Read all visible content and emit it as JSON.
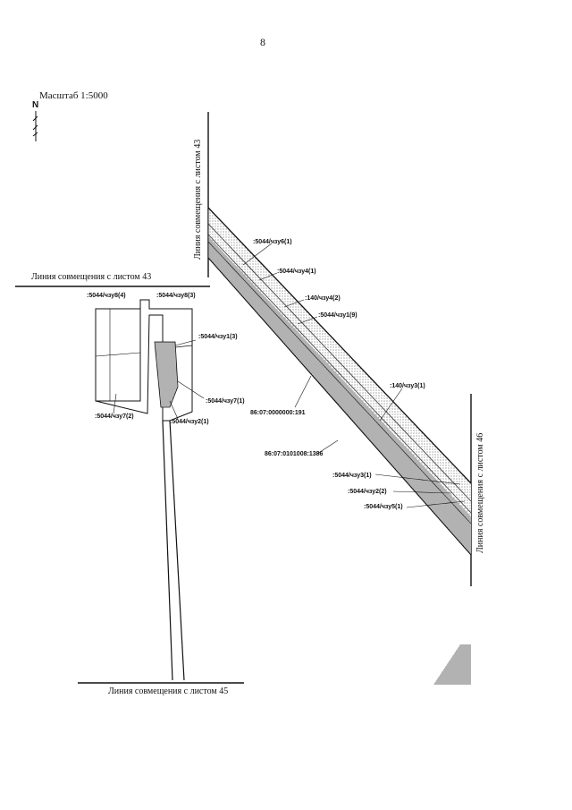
{
  "page_number": "8",
  "scale": "Масштаб 1:5000",
  "north_marker": "N",
  "match_lines": {
    "sheet43_vertical": "Линия совмещения с листом 43",
    "sheet43_horizontal": "Линия совмещения с листом 43",
    "sheet45": "Линия совмещения с листом 45",
    "sheet46": "Линия совмещения с листом 46"
  },
  "parcels": {
    "chzu6_1": ":5044/чзу6(1)",
    "chzu4_1": ":5044/чзу4(1)",
    "p140_chzu4_2": ":140/чзу4(2)",
    "chzu1_9": ":5044/чзу1(9)",
    "p140_chzu3_1": ":140/чзу3(1)",
    "quarter_191": "86:07:0000000:191",
    "quarter_1386": "86:07:0101008:1386",
    "chzu3_1": ":5044/чзу3(1)",
    "chzu2_2": ":5044/чзу2(2)",
    "chzu5_1": ":5044/чзу5(1)",
    "chzu8_4": ":5044/чзу8(4)",
    "chzu8_3": ":5044/чзу8(3)",
    "chzu1_3": ":5044/чзу1(3)",
    "chzu7_1": ":5044/чзу7(1)",
    "chzu2_1": ":5044/чзу2(1)",
    "chzu7_2": ":5044/чзу7(2)"
  },
  "colors": {
    "line": "#111111",
    "hatch": "#9a9a9a"
  }
}
